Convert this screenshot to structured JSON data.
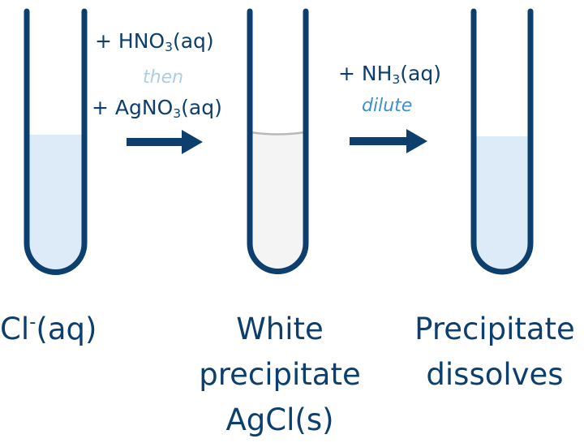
{
  "colors": {
    "navy": "#0d3f6e",
    "liquid_blue": "#dcebf7",
    "liquid_white": "#f4f4f4",
    "note_light": "#a9cde8",
    "note_blue": "#3f8fd2"
  },
  "step1": {
    "line1": {
      "prefix": "+ HNO",
      "sub": "3",
      "suffix": "(aq)"
    },
    "note": "then",
    "line2": {
      "prefix": "+ AgNO",
      "sub": "3",
      "suffix": "(aq)"
    }
  },
  "step2": {
    "line1": {
      "prefix": "+ NH",
      "sub": "3",
      "suffix": "(aq)"
    },
    "note": "dilute"
  },
  "captions": {
    "tube1": {
      "base": "Cl",
      "sup": "-",
      "rest": "(aq)"
    },
    "tube2": [
      "White",
      "precipitate",
      "AgCl(s)"
    ],
    "tube3": [
      "Precipitate",
      "dissolves"
    ]
  },
  "tubes": [
    {
      "name": "test-tube-chloride",
      "liquid": "clear-blue"
    },
    {
      "name": "test-tube-precipitate",
      "liquid": "white-suspension"
    },
    {
      "name": "test-tube-dissolved",
      "liquid": "clear-blue"
    }
  ]
}
